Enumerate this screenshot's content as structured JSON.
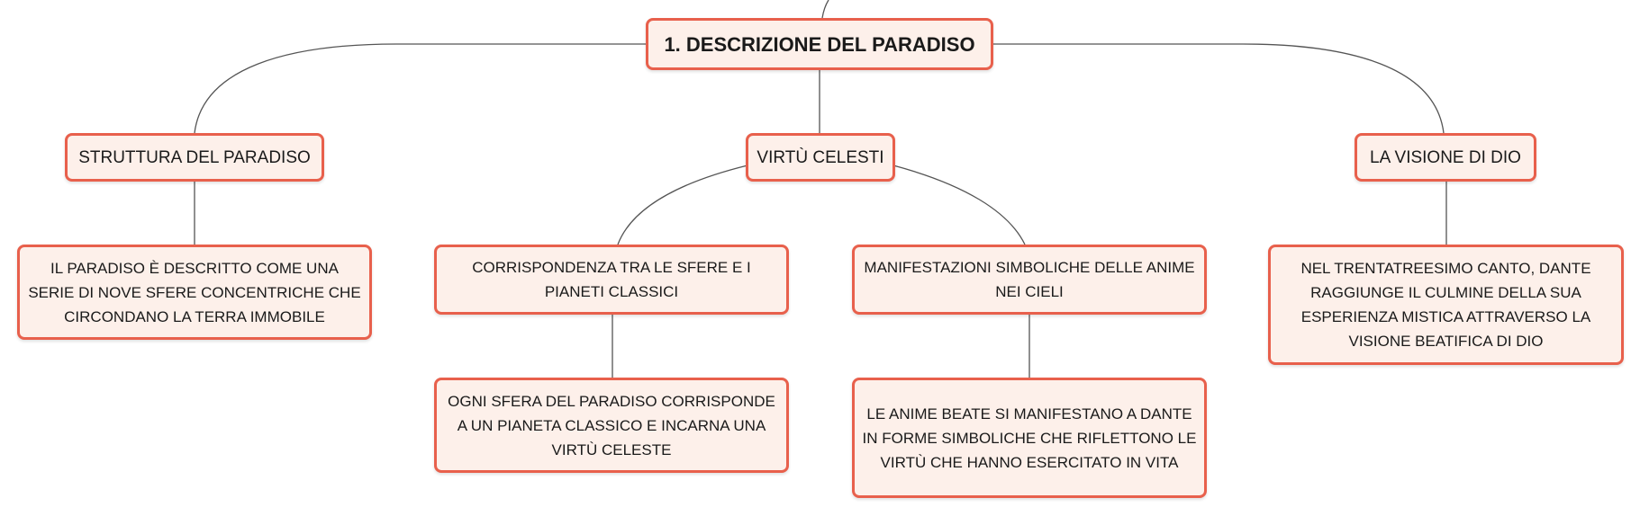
{
  "root": {
    "label": "1. DESCRIZIONE DEL PARADISO"
  },
  "branches": {
    "struttura": {
      "label": "STRUTTURA DEL PARADISO",
      "child": "IL PARADISO È DESCRITTO COME UNA SERIE DI NOVE SFERE CONCENTRICHE CHE CIRCONDANO LA TERRA IMMOBILE"
    },
    "virtu": {
      "label": "VIRTÙ CELESTI",
      "children": {
        "corrispondenza": {
          "label": "CORRISPONDENZA TRA LE SFERE E I PIANETI CLASSICI",
          "child": "OGNI SFERA DEL PARADISO CORRISPONDE A UN PIANETA CLASSICO E INCARNA UNA VIRTÙ CELESTE"
        },
        "manifestazioni": {
          "label": "MANIFESTAZIONI SIMBOLICHE DELLE ANIME NEI CIELI",
          "child": "LE ANIME BEATE SI MANIFESTANO A DANTE IN FORME SIMBOLICHE CHE RIFLETTONO LE VIRTÙ CHE HANNO ESERCITATO IN VITA"
        }
      }
    },
    "visione": {
      "label": "LA VISIONE DI DIO",
      "child": "NEL TRENTATREESIMO CANTO, DANTE RAGGIUNGE IL CULMINE DELLA SUA ESPERIENZA MISTICA ATTRAVERSO LA VISIONE BEATIFICA DI DIO"
    }
  },
  "colors": {
    "node_border": "#e8604c",
    "node_fill": "#fdf0ea",
    "connector": "#555555"
  }
}
